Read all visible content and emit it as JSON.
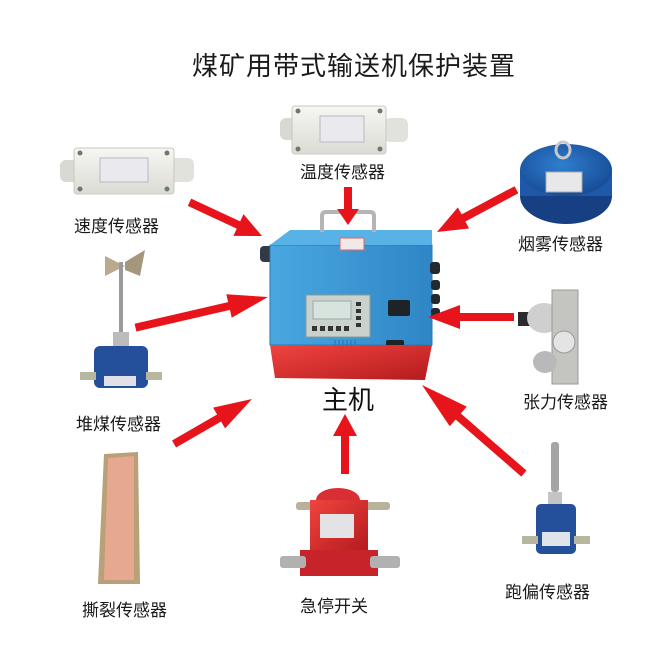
{
  "title": "煤矿用带式输送机保护装置",
  "main_unit": {
    "label": "主机",
    "body_color": "#3a9ad9",
    "base_color": "#e2443a"
  },
  "arrow_color": "#e8141c",
  "sensors": [
    {
      "id": "speed",
      "label": "速度传感器"
    },
    {
      "id": "temperature",
      "label": "温度传感器"
    },
    {
      "id": "smoke",
      "label": "烟雾传感器"
    },
    {
      "id": "coal-pile",
      "label": "堆煤传感器"
    },
    {
      "id": "tension",
      "label": "张力传感器"
    },
    {
      "id": "tear",
      "label": "撕裂传感器"
    },
    {
      "id": "emergency-stop",
      "label": "急停开关"
    },
    {
      "id": "deviation",
      "label": "跑偏传感器"
    }
  ]
}
